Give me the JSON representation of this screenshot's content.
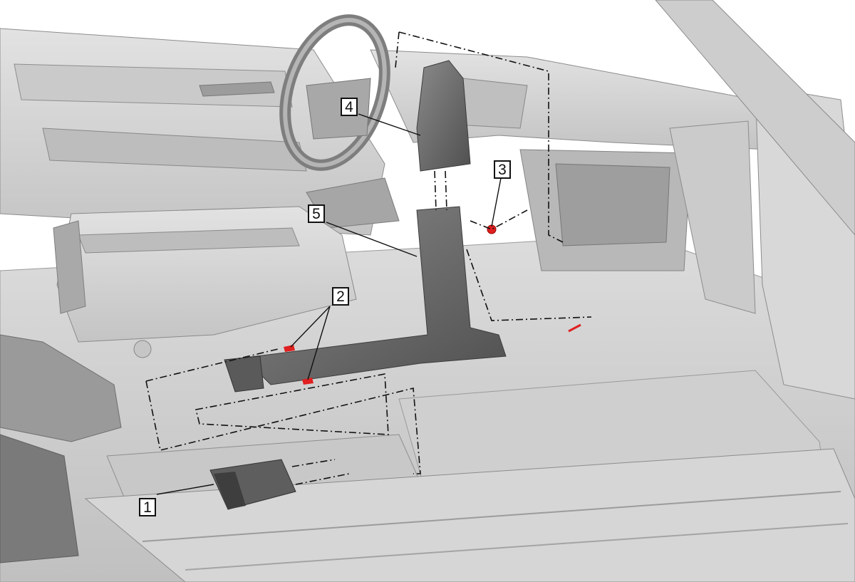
{
  "colors": {
    "background": "#ffffff",
    "body_panel": "#d4d4d4",
    "body_shadow": "#a8a8a8",
    "duct_part": "#6a6a6a",
    "duct_dark": "#4a4a4a",
    "fastener_red": "#e02020",
    "leader_line": "#111111"
  },
  "callouts": [
    {
      "id": "callout-1",
      "label": "1"
    },
    {
      "id": "callout-2",
      "label": "2"
    },
    {
      "id": "callout-3",
      "label": "3"
    },
    {
      "id": "callout-4",
      "label": "4"
    },
    {
      "id": "callout-5",
      "label": "5"
    }
  ]
}
